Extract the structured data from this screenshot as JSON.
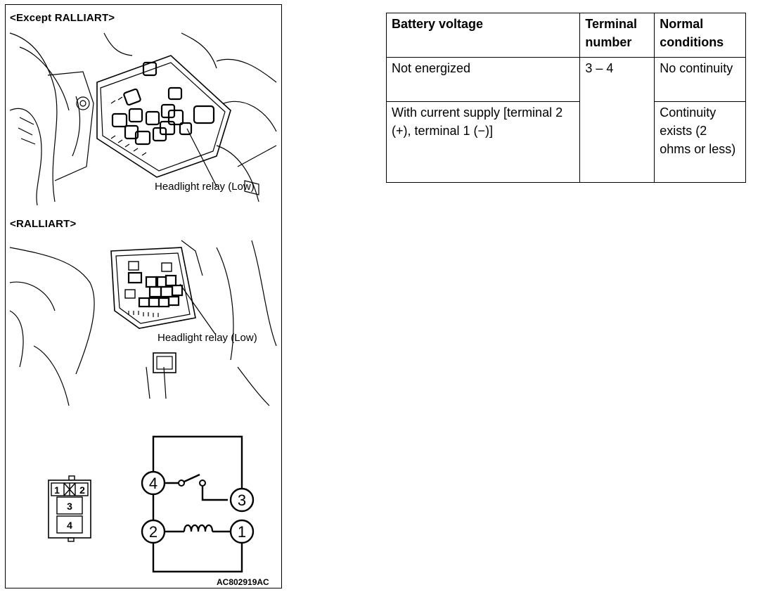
{
  "figure": {
    "label_except": "<Except RALLIART>",
    "callout_except": "Headlight relay (Low)",
    "label_ralliart": "<RALLIART>",
    "callout_ralliart": "Headlight relay (Low)",
    "connector_terminals": [
      "1",
      "2",
      "3",
      "4"
    ],
    "circuit_terminals": [
      "4",
      "3",
      "2",
      "1"
    ],
    "figure_id": "AC802919AC"
  },
  "table": {
    "headers": [
      "Battery voltage",
      "Terminal number",
      "Normal conditions"
    ],
    "rows": [
      {
        "battery_voltage": "Not energized",
        "terminal": "3 – 4",
        "condition": "No continuity"
      },
      {
        "battery_voltage": "With current supply [terminal 2 (+), terminal 1 (−)]",
        "terminal": "",
        "condition": "Continuity exists (2 ohms or less)"
      }
    ]
  }
}
